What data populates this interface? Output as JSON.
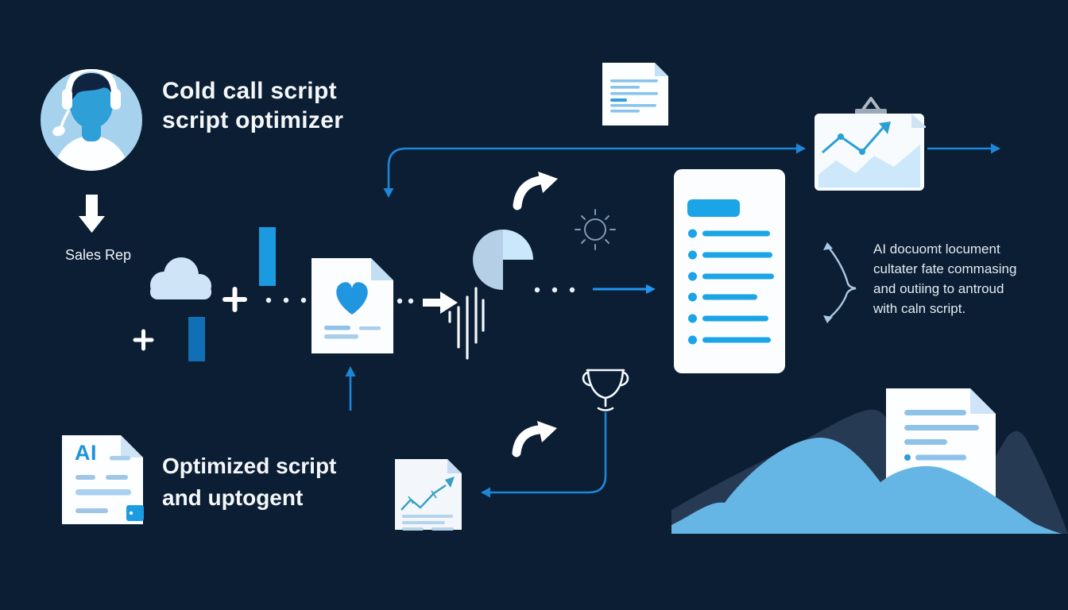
{
  "title": {
    "line1": "Cold call script",
    "line2": "script optimizer"
  },
  "labels": {
    "sales_rep": "Sales Rep",
    "result_line1": "Optimized script",
    "result_line2": "and uptogent",
    "ai_badge": "AI"
  },
  "annotation": {
    "line1": "AI docuomt locument",
    "line2": "cultater fate commasing",
    "line3": "and outiing to antroud",
    "line4": "with caln script."
  },
  "icons": {
    "avatar": "call-agent-headset-avatar",
    "flow": [
      "down-block-arrow",
      "cloud",
      "bar-chart-bars",
      "plus-signs",
      "dotted-connectors",
      "heart-document",
      "right-block-arrow",
      "sound-wave",
      "pie-chart",
      "sun-gear",
      "script-document",
      "curved-up-arrow",
      "checklist-panel",
      "chart-clipboard",
      "brace-arrows",
      "ai-document",
      "report-document",
      "trophy",
      "mountain-area-chart",
      "mountain-document"
    ]
  },
  "colors": {
    "background": "#0c1e33",
    "accent_blue": "#1ba4e6",
    "medium_blue": "#1170b5",
    "line_blue": "#1f86d6",
    "light_blue": "#a6d2ee",
    "pale_blue": "#cfe4f7",
    "white": "#fdfeff",
    "teal_chart": "#2b9fd4",
    "dark_mountain": "#263a54",
    "front_mountain": "#66b6e5",
    "text_light": "#e2eaf3"
  }
}
